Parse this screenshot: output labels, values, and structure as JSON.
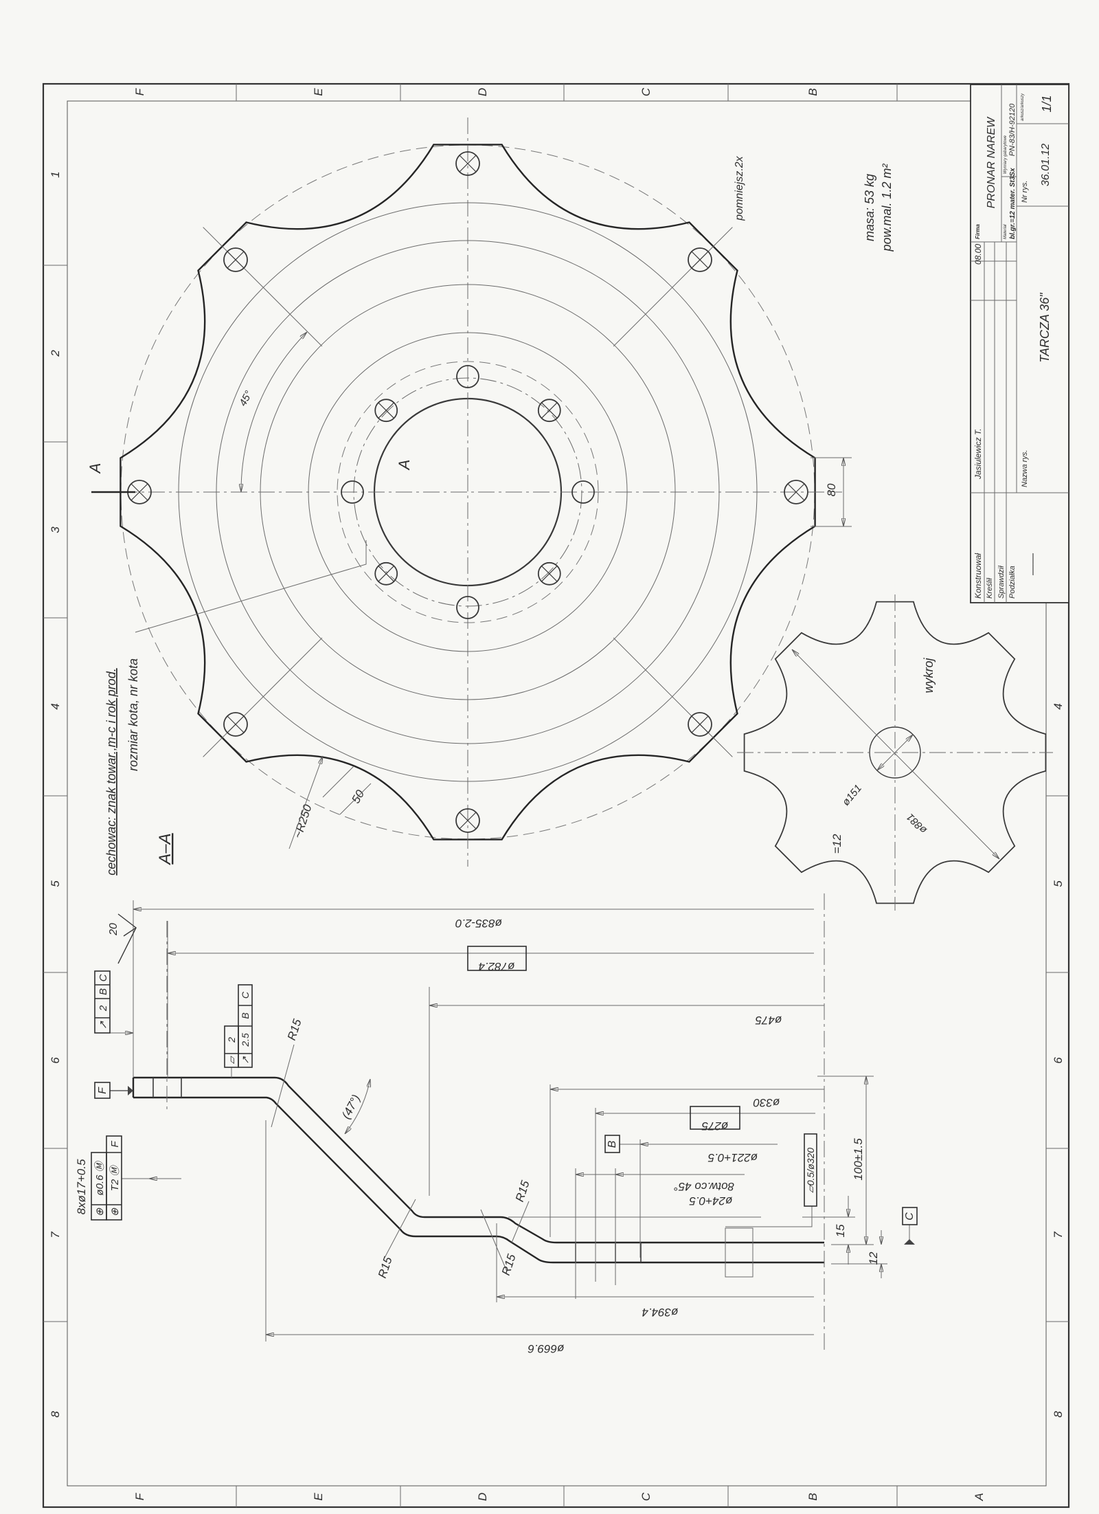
{
  "zones": {
    "top": [
      "F",
      "E",
      "D",
      "C",
      "B"
    ],
    "bottom": [
      "F",
      "E",
      "D",
      "C",
      "B",
      "A"
    ],
    "left": [
      "1",
      "2",
      "3",
      "4",
      "5",
      "6",
      "7",
      "8"
    ],
    "right": [
      "4",
      "5",
      "6",
      "7",
      "8"
    ]
  },
  "front_view": {
    "scale_note": "pomniejsz.2x",
    "mass": "masa:  53 kg",
    "surface": "pow.mal.  1.2 m²",
    "section_mark_left": "A",
    "section_mark_center": "A",
    "angle": "45°",
    "radius": "~R250",
    "dim_50": "50",
    "dim_80": "80"
  },
  "marking_note": {
    "line1": "cechowac:  znak towar.,m-c i rok prod.",
    "line2": "rozmiar kota,  nr kota"
  },
  "blank_view": {
    "label": "wykroj",
    "thickness": "=12",
    "hole_diameter": "ø151",
    "outer_diameter": "ø881"
  },
  "section_view": {
    "title": "A–A",
    "roughness": "20",
    "dims": {
      "d835": "ø835-2.0",
      "d782": "ø782.4",
      "d475": "ø475",
      "d330": "ø330",
      "d275": "ø275",
      "d221": "ø221+0.5",
      "holes_note": "8otw.co 45°",
      "d24": "ø24+0.5",
      "d394": "ø394.4",
      "d669": "ø669.6",
      "height": "100±1.5",
      "h15": "15",
      "h12": "12",
      "angle": "(47°)",
      "r15_a": "R15",
      "r15_b": "R15",
      "r15_c": "R15",
      "r15_d": "R15"
    },
    "datums": {
      "F": "F",
      "B": "B",
      "C": "C"
    },
    "gdt_runout": {
      "symbol": "↗",
      "tol": "2",
      "datum1": "B",
      "datum2": "C"
    },
    "gdt_flat_runout": {
      "flat_symbol": "▱",
      "flat_tol": "2",
      "runout_symbol": "↗",
      "runout_tol": "2.5",
      "datum1": "B",
      "datum2": "C"
    },
    "gdt_position": {
      "note": "8xø17+0.5",
      "symbol": "⊕",
      "tol1": "ø0.6 Ⓜ",
      "tol2": "T2 Ⓜ",
      "datum": "F"
    },
    "flatness": "▱0.5/ø320"
  },
  "title_block": {
    "designed_label": "Konstruował",
    "drawn_label": "Kreślił",
    "checked_label": "Sprawdził",
    "scale_label": "Podziałka",
    "scale_value": "——",
    "designer": "Jasiulewicz T.",
    "date": "08.00",
    "company_label": "Firma",
    "company": "PRONAR NAREW",
    "material_label": "Materiał",
    "material": "bl.gr.=12  mater. St3Sx",
    "dimensions_label": "Wymiary gabarytowe",
    "standard": "PN-83/H-92120",
    "name_label": "Nazwa rys.",
    "name": "TARCZA 36\"",
    "number_label": "Nr rys.",
    "number": "36.01.12",
    "sheet_label": "arkusz/arkuszy",
    "sheet": "1/1"
  }
}
